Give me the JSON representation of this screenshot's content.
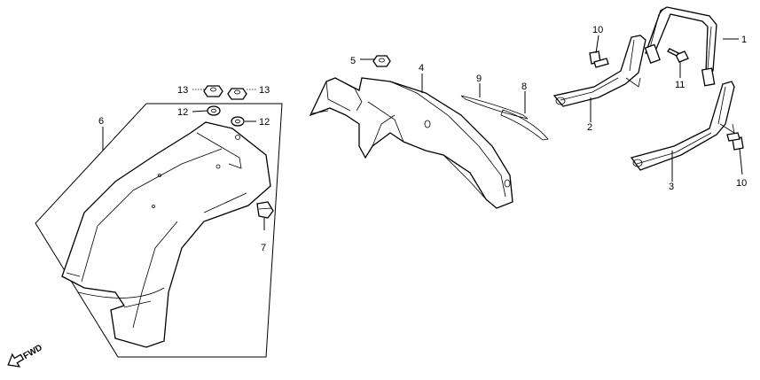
{
  "callouts": [
    "1",
    "2",
    "3",
    "4",
    "5",
    "6",
    "7",
    "8",
    "9",
    "10",
    "10",
    "11",
    "12",
    "12",
    "13",
    "13"
  ],
  "direction_label": "FWD"
}
